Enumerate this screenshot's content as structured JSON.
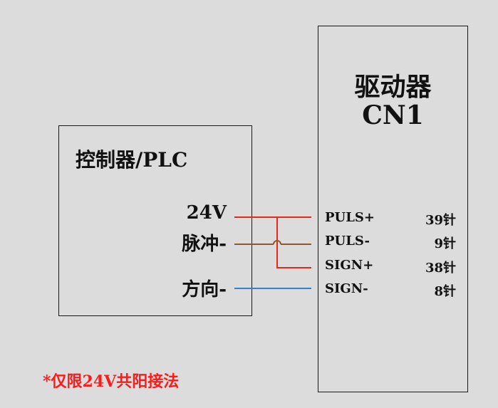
{
  "controller": {
    "title": "控制器/PLC",
    "terminals": [
      "24V",
      "脉冲-",
      "方向-"
    ]
  },
  "driver": {
    "title_line1": "驱动器",
    "title_line2": "CN1",
    "signals": [
      {
        "name": "PULS+",
        "pin": "39针"
      },
      {
        "name": "PULS-",
        "pin": "9针"
      },
      {
        "name": "SIGN+",
        "pin": "38针"
      },
      {
        "name": "SIGN-",
        "pin": "8针"
      }
    ]
  },
  "note": "*仅限24V共阳接法",
  "colors": {
    "background": "#dcdcdc",
    "wire_24v": "#e8261c",
    "wire_pulse": "#8b5a2b",
    "wire_dir": "#2f7fd6",
    "note": "#ff1a1a"
  }
}
